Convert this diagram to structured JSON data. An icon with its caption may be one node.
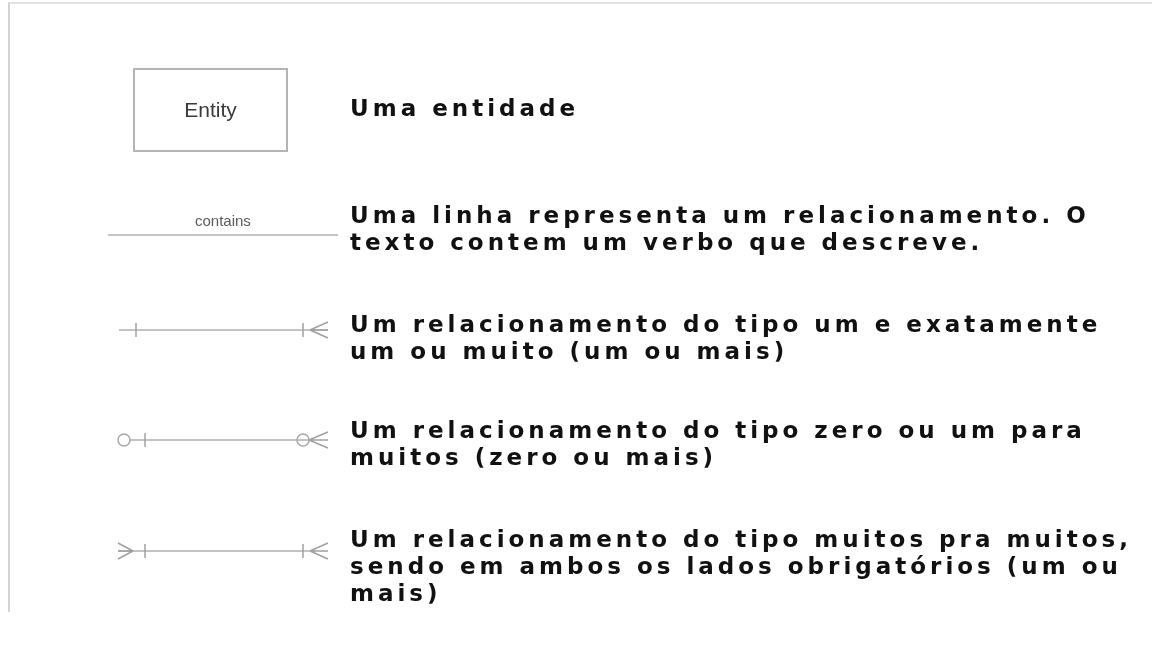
{
  "diagram": {
    "nodes": [
      {
        "text": [
          "Entity"
        ]
      }
    ],
    "labels": [
      "contains"
    ],
    "legend": [
      {
        "text": "Uma entidade"
      },
      {
        "text": "Uma linha representa um relacionamento. O texto contem um verbo que descreve."
      },
      {
        "text": "Um relacionamento do tipo um e exatamente um ou muito (um ou mais)"
      },
      {
        "text": "Um relacionamento do tipo zero ou um para muitos (zero ou mais)"
      },
      {
        "text": "Um relacionamento do tipo muitos pra muitos, sendo em ambos os lados obrigatórios (um ou mais)"
      }
    ]
  }
}
